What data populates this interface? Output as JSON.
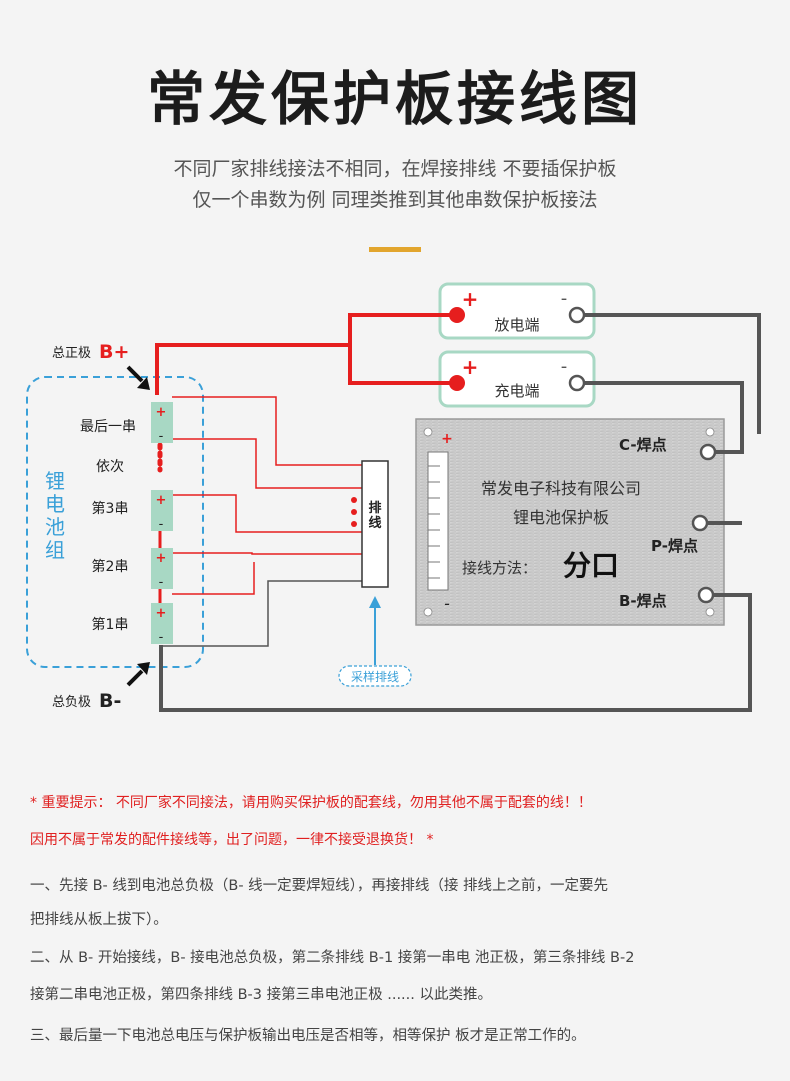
{
  "page": {
    "title": "常发保护板接线图",
    "subtitle_line1": "不同厂家排线接法不相同，在焊接排线 不要插保护板",
    "subtitle_line2": "仅一个串数为例 同理类推到其他串数保护板接法",
    "accent_color": "#e2a52d"
  },
  "diagram": {
    "discharge_port": {
      "label": "放电端",
      "plus": "+",
      "minus": "-"
    },
    "charge_port": {
      "label": "充电端",
      "plus": "+",
      "minus": "-"
    },
    "total_positive": {
      "label": "总正极",
      "symbol": "B+"
    },
    "total_negative": {
      "label": "总负极",
      "symbol": "B-"
    },
    "pack_label": "锂\n电\n池\n组",
    "cells": [
      {
        "label": "最后一串",
        "plus": "+",
        "minus": "-"
      },
      {
        "label": "第3串",
        "plus": "+",
        "minus": "-"
      },
      {
        "label": "第2串",
        "plus": "+",
        "minus": "-"
      },
      {
        "label": "第1串",
        "plus": "+",
        "minus": "-"
      }
    ],
    "between_label": "依次",
    "connector_label": "排\n线",
    "sampling_callout": "采样排线",
    "board": {
      "company": "常发电子科技有限公司",
      "name": "锂电池保护板",
      "method_label": "接线方法：",
      "method_value": "分口",
      "c_pad": "C-焊点",
      "p_pad": "P-焊点",
      "b_pad": "B-焊点",
      "plus": "+",
      "minus": "-",
      "corner_mark": "+"
    },
    "colors": {
      "red_wire": "#e61e1e",
      "dark_wire": "#555555",
      "port_border": "#a8d8c4",
      "cell_fill": "#a8d8c4",
      "pack_border": "#3aa0d8"
    }
  },
  "notes": {
    "warning_line1": "* 重要提示：  不同厂家不同接法，请用购买保护板的配套线，勿用其他不属于配套的线！！",
    "warning_line2": "因用不属于常发的配件接线等，出了问题，一律不接受退换货！ *",
    "step1_line1": "一、先接 B- 线到电池总负极（B- 线一定要焊短线），再接排线（接 排线上之前，一定要先",
    "step1_line2": "把排线从板上拔下）。",
    "step2_line1": "二、从 B- 开始接线，B- 接电池总负极，第二条排线 B-1 接第一串电 池正极，第三条排线 B-2",
    "step2_line2": "接第二串电池正极，第四条排线 B-3 接第三串电池正极 ...... 以此类推。",
    "step3_line1": "三、最后量一下电池总电压与保护板输出电压是否相等，相等保护 板才是正常工作的。"
  }
}
